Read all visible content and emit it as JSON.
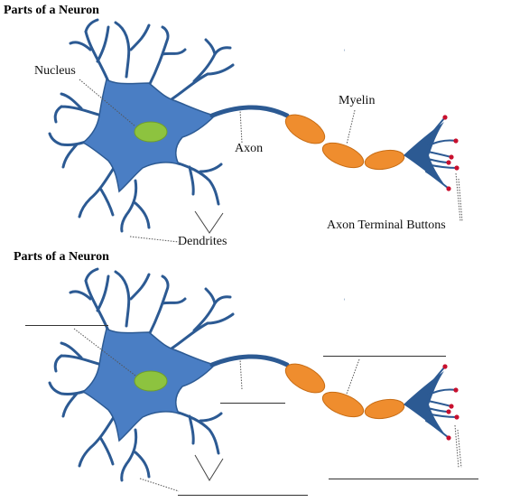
{
  "diagram_top": {
    "title": "Parts of a Neuron",
    "labels": {
      "nucleus": "Nucleus",
      "myelin": "Myelin",
      "axon": "Axon",
      "terminal": "Axon Terminal Buttons",
      "dendrites": "Dendrites"
    }
  },
  "diagram_bottom": {
    "title": "Parts of a Neuron"
  },
  "colors": {
    "cell_body": "#4a7ec4",
    "cell_outline": "#2c5a93",
    "nucleus": "#8dc33f",
    "myelin": "#ef8d2e",
    "terminal_dot": "#c8102e"
  }
}
